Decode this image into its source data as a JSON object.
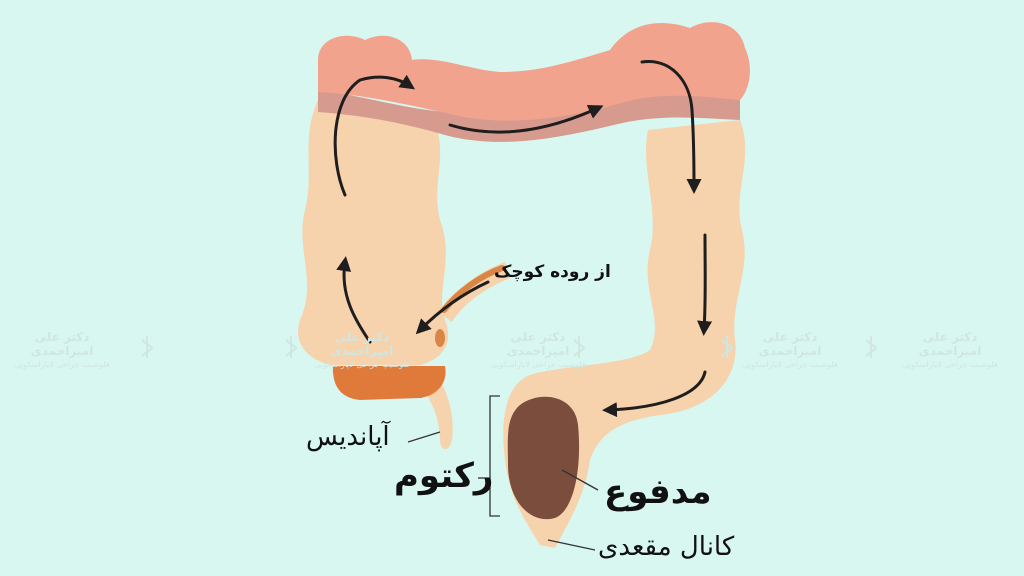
{
  "labels": {
    "from_small_intestine": "از روده کوچک",
    "appendix": "آپاندیس",
    "rectum": "رکتوم",
    "stool": "مدفوع",
    "anal_canal": "کانال مقعدی"
  },
  "watermark": {
    "name": "دکتر علی امیراحمدی",
    "subtitle": "فلوشیپ جراحی لاپاراسکوپی",
    "icon": "caduceus-icon"
  },
  "colors": {
    "background": "#d8f7f1",
    "ascending_colon": "#f6d2ad",
    "transverse_colon": "#f2a38d",
    "haustra_band": "#d69a8f",
    "cecum_contents": "#e07a3a",
    "stool": "#7b4d3d",
    "arrows": "#1e1e1e"
  }
}
